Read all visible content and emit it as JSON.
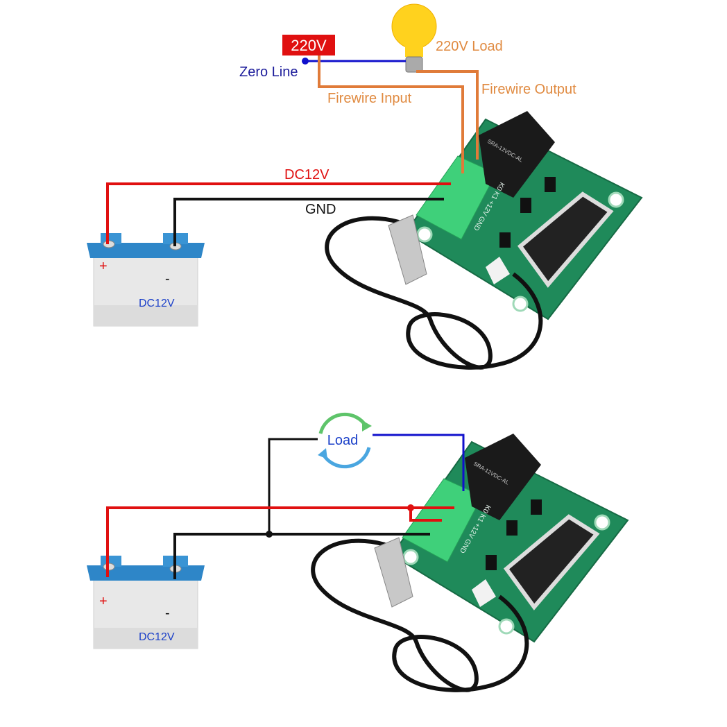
{
  "top_diagram": {
    "source_label": "220V",
    "zero_line_label": "Zero Line",
    "load_label": "220V Load",
    "firewire_input_label": "Firewire Input",
    "firewire_output_label": "Firewire Output",
    "dc_label": "DC12V",
    "gnd_label": "GND",
    "battery": {
      "plus": "+",
      "minus": "-",
      "label": "DC12V"
    }
  },
  "bottom_diagram": {
    "load_label": "Load",
    "battery": {
      "plus": "+",
      "minus": "-",
      "label": "DC12V"
    }
  },
  "board": {
    "terminal_labels": "K0 K1 +12V GND",
    "relay_text": "SRA-12VDC-AL"
  },
  "colors": {
    "live_wire": "#e07b39",
    "zero_wire": "#1010cc",
    "dc_positive": "#e01010",
    "ground": "#111111",
    "label_red_box": "#e01010",
    "pcb": "#1f8a5a",
    "terminal": "#3fd07a",
    "battery_top": "#2e86c8",
    "battery_body": "#e6e6e6"
  }
}
